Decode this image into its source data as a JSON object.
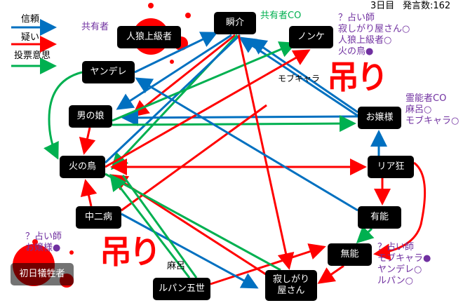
{
  "legend": {
    "trust": "信頼",
    "doubt": "疑い",
    "vote": "投票意思"
  },
  "colors": {
    "trust": "#0070c0",
    "doubt": "#ff0000",
    "vote": "#00b050",
    "note": "#7030a0"
  },
  "status": {
    "day": "3日目",
    "posts": "発言数:162"
  },
  "nodes": {
    "jinro": "人狼上級者",
    "shunsuke": "瞬介",
    "nonke": "ノンケ",
    "yandere": "ヤンデレ",
    "otokonoko": "男の娘",
    "ojousama": "お嬢様",
    "hinotori": "火の鳥",
    "riakyou": "リア狂",
    "chuunibyou": "中二病",
    "yuunou": "有能",
    "munou": "無能",
    "shonichi": "初日犠牲者",
    "lupin": "ルパン五世",
    "sabishigari": "寂しがり屋さん"
  },
  "notes": {
    "kyouyuu": "共有者",
    "kyouyuu_co": "共有者CO",
    "seer_top": [
      "？占い師",
      "寂しがり屋さん○",
      "人狼上級者○",
      "火の鳥●"
    ],
    "medium": [
      "霊能者CO",
      "麻呂○",
      "モブキャラ○"
    ],
    "seer_bottom_left": [
      "？占い師",
      "お嬢様●"
    ],
    "seer_bottom_right": [
      "？占い師",
      "モブキャラ●",
      "ヤンデレ○",
      "ルパン○"
    ],
    "hanged_top": "吊り",
    "hanged_top_name": "モブキャラ",
    "hanged_bottom": "吊り",
    "hanged_bottom_name": "麻呂"
  }
}
